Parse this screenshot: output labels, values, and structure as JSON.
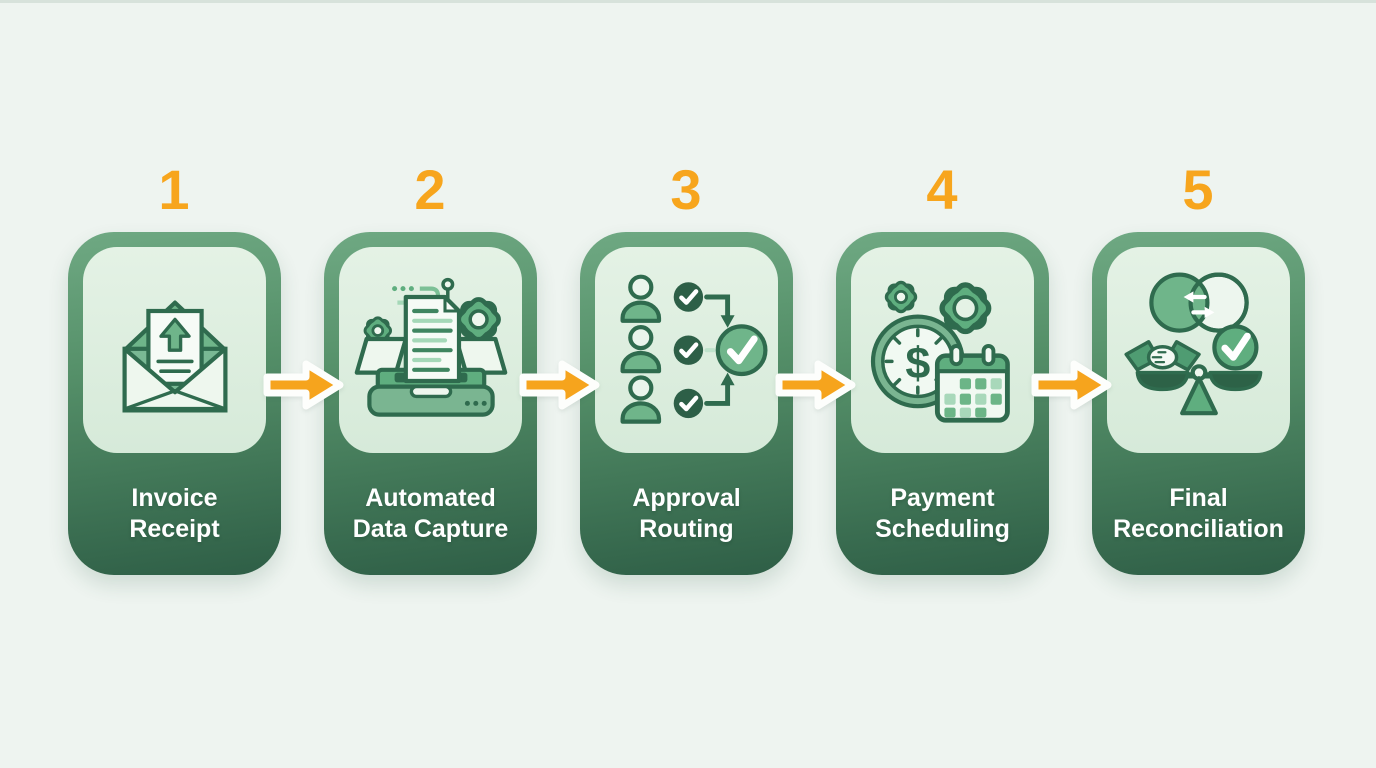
{
  "page": {
    "background_color": "#EEF4F0",
    "type": "process-infographic"
  },
  "process": {
    "steps": [
      {
        "number": "1",
        "label": "Invoice\nReceipt",
        "icon": "invoice-envelope-icon"
      },
      {
        "number": "2",
        "label": "Automated\nData Capture",
        "icon": "document-scanner-icon"
      },
      {
        "number": "3",
        "label": "Approval\nRouting",
        "icon": "approval-routing-icon"
      },
      {
        "number": "4",
        "label": "Payment\nScheduling",
        "icon": "clock-dollar-calendar-icon",
        "icon_text": "$"
      },
      {
        "number": "5",
        "label": "Final\nReconciliation",
        "icon": "balance-handshake-check-icon"
      }
    ],
    "connectors": {
      "count": 4,
      "shape": "right-arrow",
      "color": "#F6A41D",
      "outline_color": "#FDFEFC"
    },
    "colors": {
      "step_number": "#F7A51D",
      "card_gradient_top": "#6FA983",
      "card_gradient_bottom": "#2E5E46",
      "panel_fill": "#DEF0E1",
      "icon_stroke": "#2F6B4E",
      "icon_green": "#5FAE7F",
      "label_text": "#FFFFFF"
    }
  }
}
